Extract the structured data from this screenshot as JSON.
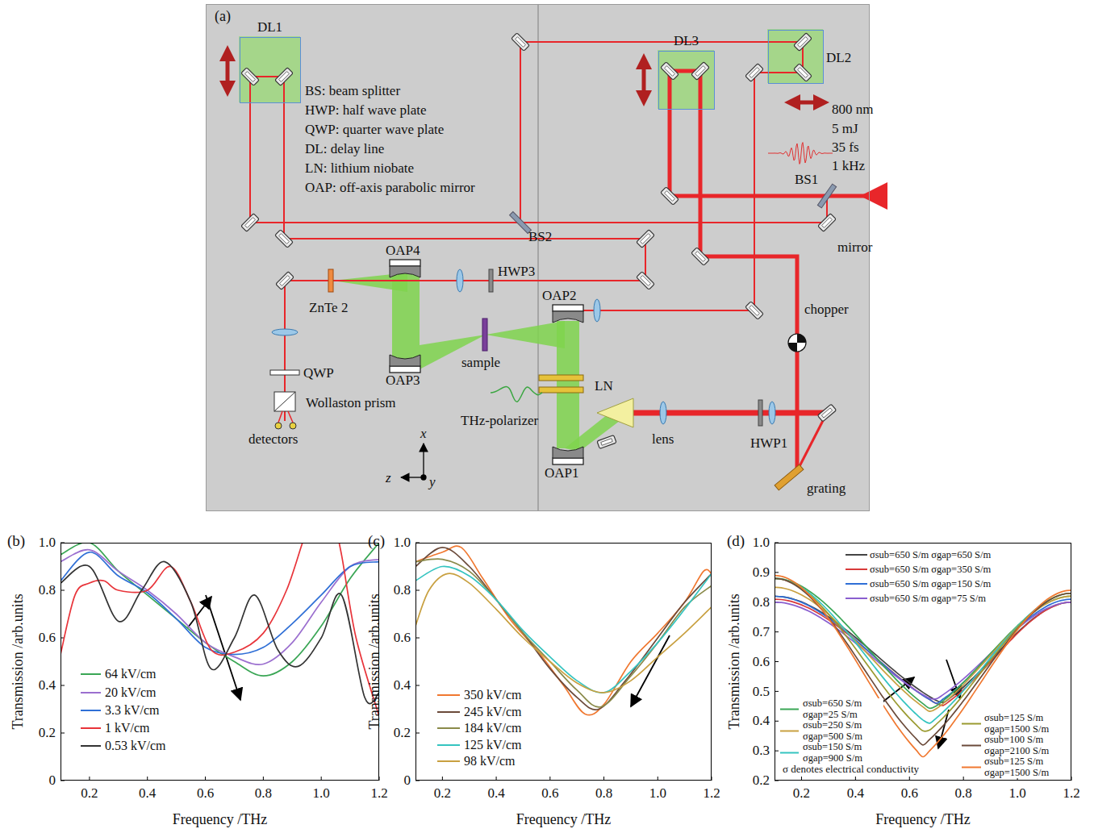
{
  "diagram": {
    "nodes": [
      {
        "text": [
          "(a)"
        ]
      },
      {
        "text": [
          "DL1"
        ],
        "in": 0
      },
      {
        "text": [
          "DL3"
        ],
        "in": 0
      },
      {
        "text": [
          "DL2"
        ],
        "in": 0
      },
      {
        "text": [
          "(b)"
        ]
      },
      {
        "text": [
          "(c)"
        ]
      },
      {
        "text": [
          "(d)"
        ]
      }
    ],
    "labels": [
      "BS: beam splitter",
      "HWP: half wave plate",
      "QWP: quarter wave plate",
      "DL: delay line",
      "LN: lithium niobate",
      "OAP: off-axis parabolic mirror",
      "800 nm",
      "5 mJ",
      "35 fs",
      "1 kHz",
      "BS1",
      "mirror",
      "BS2",
      "OAP4",
      "HWP3",
      "ZnTe 2",
      "OAP3",
      "sample",
      "OAP2",
      "chopper",
      "LN",
      "QWP",
      "Wollaston prism",
      "THz-polarizer",
      "lens",
      "HWP1",
      "detectors",
      "OAP1",
      "x",
      "z",
      "y",
      "grating",
      "0",
      "0.2",
      "0.4",
      "0.6",
      "0.8",
      "1.0",
      "0.2",
      "0.4",
      "0.6",
      "0.8",
      "1.0",
      "1.2",
      "Transmission /arb.units",
      "Frequency /THz",
      "0",
      "0.2",
      "0.4",
      "0.6",
      "0.8",
      "1.0",
      "0.2",
      "0.4",
      "0.6",
      "0.8",
      "1.0",
      "1.2",
      "Transmission /arb.units",
      "Frequency /THz",
      "0.2",
      "0.3",
      "0.4",
      "0.5",
      "0.6",
      "0.7",
      "0.8",
      "0.9",
      "1.0",
      "0.2",
      "0.4",
      "0.6",
      "0.8",
      "1.0",
      "1.2",
      "Transmission /arb.units",
      "Frequency /THz",
      "σ denotes electrical conductivity"
    ],
    "legend": [
      {
        "text": "64 kV/cm"
      },
      {
        "text": "20 kV/cm"
      },
      {
        "text": "3.3 kV/cm"
      },
      {
        "text": "1 kV/cm"
      },
      {
        "text": "0.53 kV/cm"
      },
      {
        "text": "350 kV/cm"
      },
      {
        "text": "245 kV/cm"
      },
      {
        "text": "184 kV/cm"
      },
      {
        "text": "125 kV/cm"
      },
      {
        "text": "98 kV/cm"
      },
      {
        "text": "σsub=650 S/m σgap=650 S/m"
      },
      {
        "text": "σsub=650 S/m σgap=350 S/m"
      },
      {
        "text": "σsub=650 S/m σgap=150 S/m"
      },
      {
        "text": "σsub=650 S/m σgap=75 S/m"
      },
      {
        "text": "σsub=650 S/m σgap=25 S/m"
      },
      {
        "text": "σsub=250 S/m σgap=500 S/m"
      },
      {
        "text": "σsub=150 S/m σgap=900 S/m"
      },
      {
        "text": "σsub=125 S/m σgap=1500 S/m"
      },
      {
        "text": "σsub=100 S/m σgap=2100 S/m"
      },
      {
        "text": "σsub=125 S/m σgap=1500 S/m"
      }
    ]
  }
}
